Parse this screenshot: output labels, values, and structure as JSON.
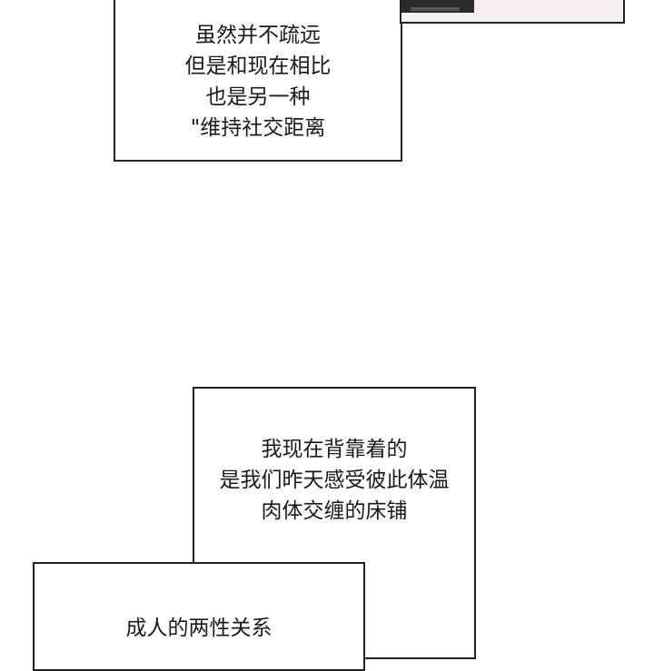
{
  "caption_top": {
    "lines": [
      "",
      "虽然并不疏远",
      "但是和现在相比",
      "也是另一种",
      "\"维持社交距离"
    ]
  },
  "caption_middle": {
    "lines": [
      "我现在背靠着的",
      "是我们昨天感受彼此体温",
      "肉体交缠的床铺"
    ]
  },
  "caption_bottom": {
    "lines": [
      "成人的两性关系"
    ]
  }
}
